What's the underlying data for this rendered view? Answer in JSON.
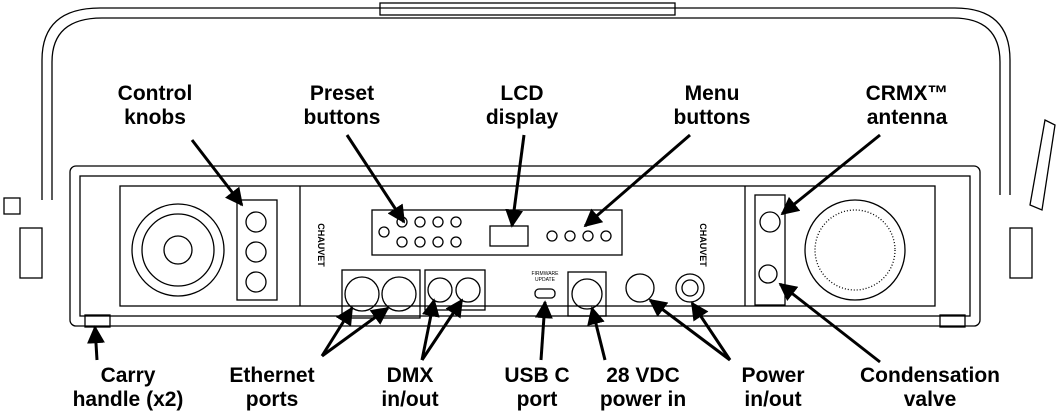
{
  "labels": {
    "control_knobs": [
      "Control",
      "knobs"
    ],
    "preset_buttons": [
      "Preset",
      "buttons"
    ],
    "lcd_display": [
      "LCD",
      "display"
    ],
    "menu_buttons": [
      "Menu",
      "buttons"
    ],
    "crmx_antenna": [
      "CRMX™",
      "antenna"
    ],
    "carry_handle": [
      "Carry",
      "handle (x2)"
    ],
    "ethernet_ports": [
      "Ethernet",
      "ports"
    ],
    "dmx": [
      "DMX",
      "in/out"
    ],
    "usb": [
      "USB C",
      "port"
    ],
    "vdc": [
      "28 VDC",
      "power in"
    ],
    "power": [
      "Power",
      "in/out"
    ],
    "condensation": [
      "Condensation",
      "valve"
    ]
  },
  "device": {
    "brand": "CHAUVET",
    "firmware_label": [
      "FIRMWARE",
      "UPDATE"
    ]
  }
}
